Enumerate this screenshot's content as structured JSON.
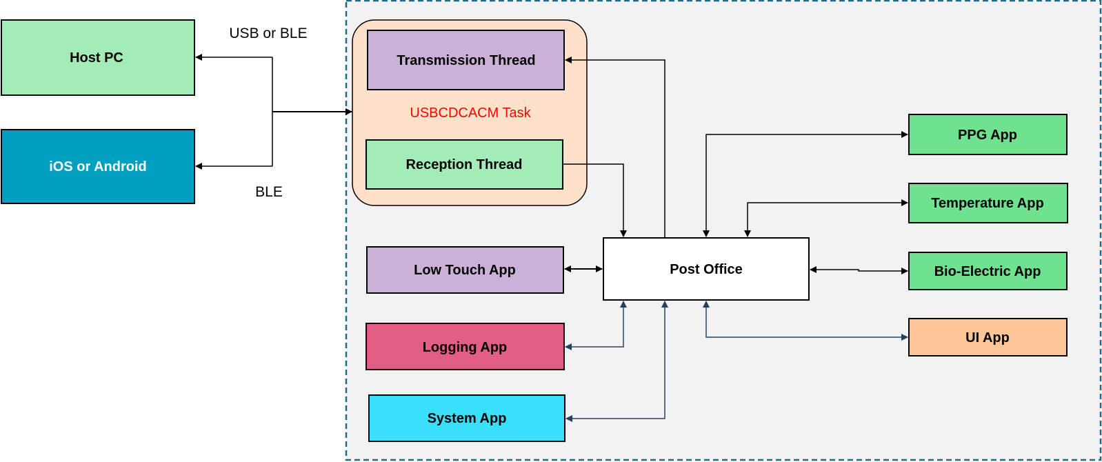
{
  "colors": {
    "green_light": "#a3ecb8",
    "green_app": "#6ee28f",
    "teal": "#009fbf",
    "purple": "#cbb1d8",
    "pink": "#e35e84",
    "cyan": "#38e0fc",
    "peach_task": "#fde1c9",
    "orange_app": "#fdc698",
    "frame_border": "#1e6b86",
    "frame_fill": "#f2f2f2",
    "task_label": "#ff0000",
    "connector_dark": "#000000",
    "connector_blue": "#23415e"
  },
  "labels": {
    "usb_or_ble": "USB or BLE",
    "ble": "BLE",
    "task": "USBCDCACM Task"
  },
  "nodes": {
    "host_pc": "Host PC",
    "ios_android": "iOS or Android",
    "transmission_thread": "Transmission  Thread",
    "reception_thread": "Reception  Thread",
    "low_touch_app": "Low Touch App",
    "logging_app": "Logging  App",
    "system_app": "System  App",
    "post_office": "Post Office",
    "ppg_app": "PPG App",
    "temperature_app": "Temperature  App",
    "bio_electric_app": "Bio-Electric  App",
    "ui_app": "UI App"
  }
}
